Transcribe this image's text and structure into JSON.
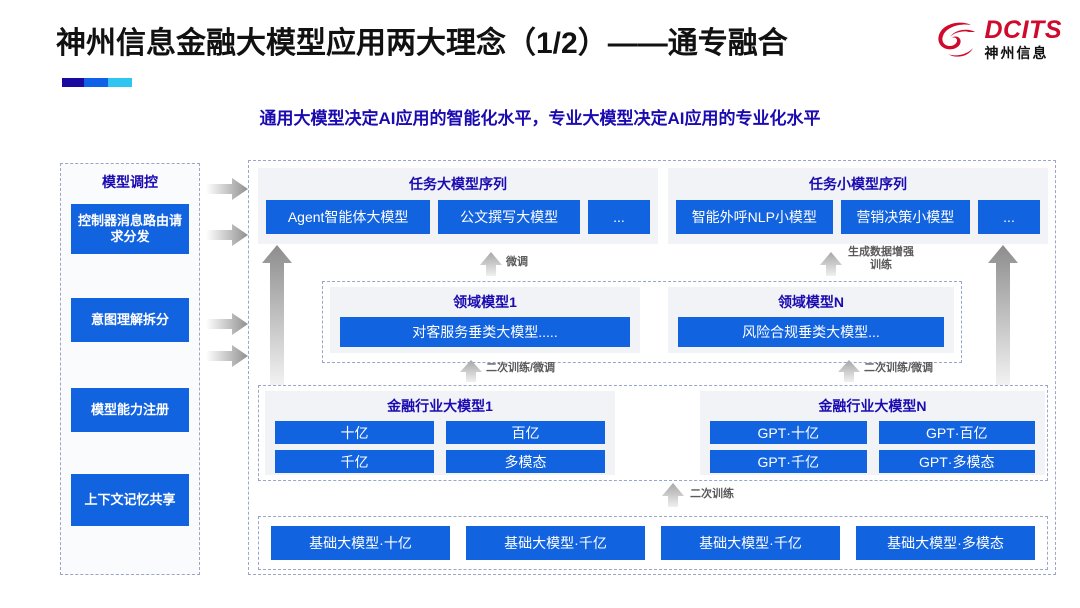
{
  "header": {
    "title": "神州信息金融大模型应用两大理念（1/2）——通专融合",
    "subtitle": "通用大模型决定AI应用的智能化水平，专业大模型决定AI应用的专业化水平",
    "logo_en": "DCITS",
    "logo_cn": "神州信息",
    "accent_color": "#1a0a9e",
    "brand_color": "#cf0a2c",
    "chip_color": "#1163e0",
    "heading_color": "#1a0ab0"
  },
  "left_panel": {
    "title": "模型调控",
    "items": [
      {
        "label": "控制器消息路由请求分发"
      },
      {
        "label": "意图理解拆分"
      },
      {
        "label": "模型能力注册"
      },
      {
        "label": "上下文记忆共享"
      }
    ]
  },
  "task_sequences": [
    {
      "title": "任务大模型序列",
      "chips": [
        "Agent智能体大模型",
        "公文撰写大模型",
        "..."
      ]
    },
    {
      "title": "任务小模型序列",
      "chips": [
        "智能外呼NLP小模型",
        "营销决策小模型",
        "..."
      ]
    }
  ],
  "domain_models": [
    {
      "title": "领域模型1",
      "chip": "对客服务垂类大模型....."
    },
    {
      "title": "领域模型N",
      "chip": "风险合规垂类大模型..."
    }
  ],
  "industry_models": [
    {
      "title": "金融行业大模型1",
      "chips": [
        "十亿",
        "百亿",
        "千亿",
        "多模态"
      ]
    },
    {
      "title": "金融行业大模型N",
      "chips": [
        "GPT·十亿",
        "GPT·百亿",
        "GPT·千亿",
        "GPT·多模态"
      ]
    }
  ],
  "base_models": [
    "基础大模型·十亿",
    "基础大模型·千亿",
    "基础大模型·千亿",
    "基础大模型·多模态"
  ],
  "arrow_labels": {
    "fine_tune": "微调",
    "data_aug": "生成数据增强\n训练",
    "retrain_tune_left": "二次训练/微调",
    "retrain_tune_right": "二次训练/微调",
    "retrain": "二次训练"
  }
}
